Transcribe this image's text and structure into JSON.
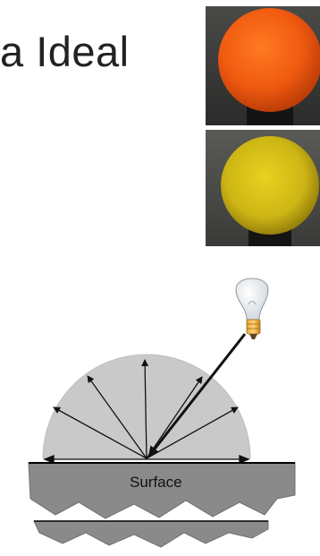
{
  "slide": {
    "title_fragment": "a Ideal"
  },
  "photos": [
    {
      "subject": "orange-sphere",
      "color": "#ee5a12"
    },
    {
      "subject": "yellow-sphere",
      "color": "#d8c21c"
    }
  ],
  "diagram": {
    "surface_label": "Surface",
    "hemisphere_color": "#c9c9c9",
    "surface_color": "#8a8a8a"
  }
}
